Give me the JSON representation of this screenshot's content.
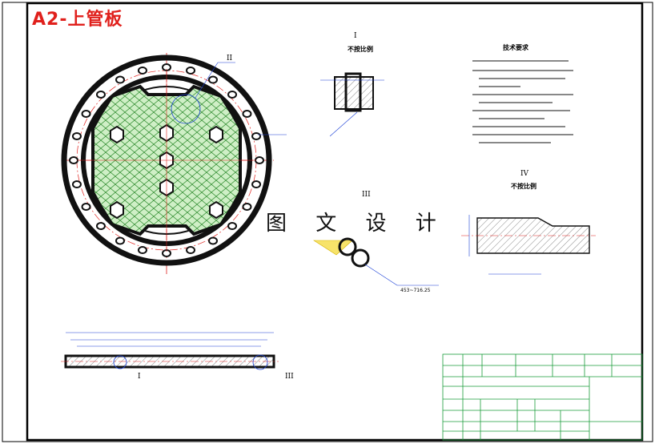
{
  "sheet": {
    "title_tag": "A2-上管板",
    "watermark": "图 文 设 计"
  },
  "colors": {
    "border": "#000000",
    "hatch": "#2e8b2e",
    "centerline": "#e0201c",
    "dimension": "#1a3fd6",
    "outline": "#111111",
    "titleblock_grid": "#1a9c3a"
  },
  "views": {
    "detail_I_label": "I",
    "detail_I_note": "不按比例",
    "detail_II_label": "II",
    "detail_III_label": "III",
    "detail_IV_label": "IV",
    "detail_IV_note": "不按比例",
    "section_I_label": "I",
    "section_III_label": "III",
    "weld_note": "453~716.25"
  },
  "tech": {
    "heading": "技术要求"
  }
}
